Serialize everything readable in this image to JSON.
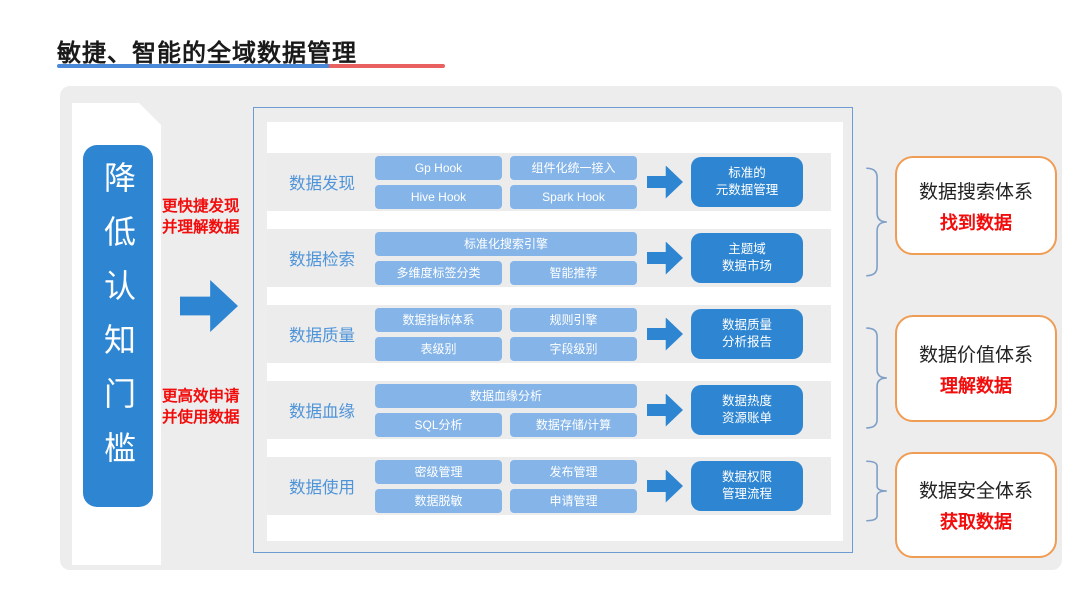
{
  "title": {
    "text": "敏捷、智能的全域数据管理"
  },
  "left": {
    "pillar": "降低认知门槛",
    "note_top": "更快捷发现\n并理解数据",
    "note_bottom": "更高效申请\n并使用数据"
  },
  "matrix": {
    "rows": [
      {
        "label": "数据发现",
        "buttons": [
          {
            "text": "Gp Hook",
            "wide": false
          },
          {
            "text": "组件化统一接入",
            "wide": false
          },
          {
            "text": "Hive Hook",
            "wide": false
          },
          {
            "text": "Spark Hook",
            "wide": false
          }
        ],
        "result": "标准的\n元数据管理"
      },
      {
        "label": "数据检索",
        "buttons": [
          {
            "text": "标准化搜索引擎",
            "wide": true
          },
          {
            "text": "多维度标签分类",
            "wide": false
          },
          {
            "text": "智能推荐",
            "wide": false
          }
        ],
        "result": "主题域\n数据市场"
      },
      {
        "label": "数据质量",
        "buttons": [
          {
            "text": "数据指标体系",
            "wide": false
          },
          {
            "text": "规则引擎",
            "wide": false
          },
          {
            "text": "表级别",
            "wide": false
          },
          {
            "text": "字段级别",
            "wide": false
          }
        ],
        "result": "数据质量\n分析报告"
      },
      {
        "label": "数据血缘",
        "buttons": [
          {
            "text": "数据血缘分析",
            "wide": true
          },
          {
            "text": "SQL分析",
            "wide": false
          },
          {
            "text": "数据存储/计算",
            "wide": false
          }
        ],
        "result": "数据热度\n资源账单"
      },
      {
        "label": "数据使用",
        "buttons": [
          {
            "text": "密级管理",
            "wide": false
          },
          {
            "text": "发布管理",
            "wide": false
          },
          {
            "text": "数据脱敏",
            "wide": false
          },
          {
            "text": "申请管理",
            "wide": false
          }
        ],
        "result": "数据权限\n管理流程"
      }
    ]
  },
  "outcomes": [
    {
      "title": "数据搜索体系",
      "subtitle": "找到数据"
    },
    {
      "title": "数据价值体系",
      "subtitle": "理解数据"
    },
    {
      "title": "数据安全体系",
      "subtitle": "获取数据"
    }
  ],
  "colors": {
    "primary_blue": "#2e86d2",
    "light_blue": "#85b5e8",
    "panel_border_blue": "#6d9bd4",
    "brace_blue": "#7f9fc7",
    "row_label_blue": "#4f94d9",
    "orange_border": "#ef9d55",
    "red_text": "#f20d0d",
    "underline_blue": "#4a89d9",
    "underline_red": "#e96060",
    "panel_gray": "#ededed"
  }
}
